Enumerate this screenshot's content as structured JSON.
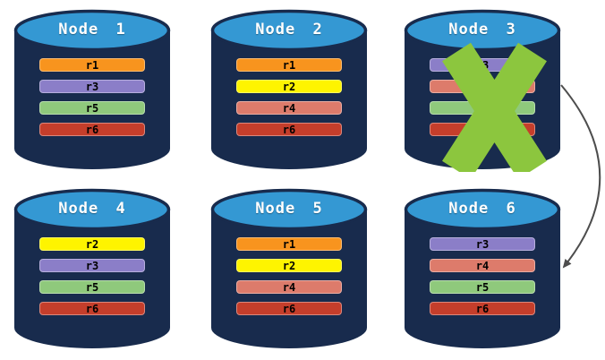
{
  "diagram": {
    "type": "database-replication-diagram",
    "background": "#ffffff"
  },
  "colors": {
    "cylinder_body": "#182B4D",
    "cylinder_top": "#3498D3",
    "title_text": "#FFFFFF",
    "replica_text": "#000000",
    "failure_x": "#8CC63E",
    "arrow": "#4D4D4D"
  },
  "replica_colors": {
    "r1": "#F8941E",
    "r2": "#FEF400",
    "r3": "#8B7EC8",
    "r4": "#DD7B6B",
    "r5": "#8FC97C",
    "r6": "#C53E2B"
  },
  "nodes": [
    {
      "label": "Node 1",
      "failed": false,
      "replicas": [
        "r1",
        "r3",
        "r5",
        "r6"
      ]
    },
    {
      "label": "Node 2",
      "failed": false,
      "replicas": [
        "r1",
        "r2",
        "r4",
        "r6"
      ]
    },
    {
      "label": "Node 3",
      "failed": true,
      "replicas": [
        "r3",
        "r4",
        "r5",
        "r6"
      ]
    },
    {
      "label": "Node 4",
      "failed": false,
      "replicas": [
        "r2",
        "r3",
        "r5",
        "r6"
      ]
    },
    {
      "label": "Node 5",
      "failed": false,
      "replicas": [
        "r1",
        "r2",
        "r4",
        "r6"
      ]
    },
    {
      "label": "Node 6",
      "failed": false,
      "replicas": [
        "r3",
        "r4",
        "r5",
        "r6"
      ]
    }
  ],
  "arrow": {
    "from_node": "Node 3",
    "to_node": "Node 6"
  }
}
